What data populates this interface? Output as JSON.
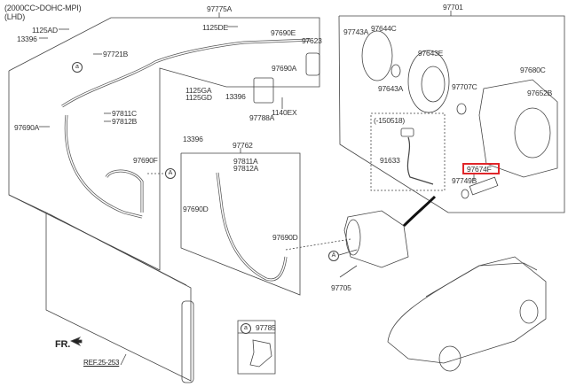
{
  "header": {
    "engine": "(2000CC>DOHC-MPI)",
    "drive": "(LHD)"
  },
  "groups": {
    "hose_assy": "97775A",
    "compressor_assy": "97701",
    "liquid_tube": "97762"
  },
  "labels": {
    "p1125AD": "1125AD",
    "p13396_a": "13396",
    "p97721B": "97721B",
    "p97811C": "97811C",
    "p97812B": "97812B",
    "p97690A_left": "97690A",
    "p1125DE": "1125DE",
    "p97690E": "97690E",
    "p97623": "97623",
    "p97690A_mid": "97690A",
    "p1125GA": "1125GA",
    "p1125GD": "1125GD",
    "p13396_b": "13396",
    "p97788A": "97788A",
    "p1140EX": "1140EX",
    "p97743A": "97743A",
    "p97644C": "97644C",
    "p97643E": "97643E",
    "p97643A": "97643A",
    "p97707C": "97707C",
    "p97680C": "97680C",
    "p97652B": "97652B",
    "subrange": "(-150518)",
    "p91633": "91633",
    "p97674F": "97674F",
    "p97749B": "97749B",
    "p97690F": "97690F",
    "p13396_c": "13396",
    "p97811A": "97811A",
    "p97812A": "97812A",
    "p97690D_left": "97690D",
    "p97690D_right": "97690D",
    "p97705": "97705",
    "p97785": "97785",
    "fr": "FR.",
    "ref": "REF.25-253"
  },
  "callouts": {
    "a": "a",
    "A": "A"
  },
  "highlight": {
    "part": "97674F",
    "color": "#e0262a"
  }
}
